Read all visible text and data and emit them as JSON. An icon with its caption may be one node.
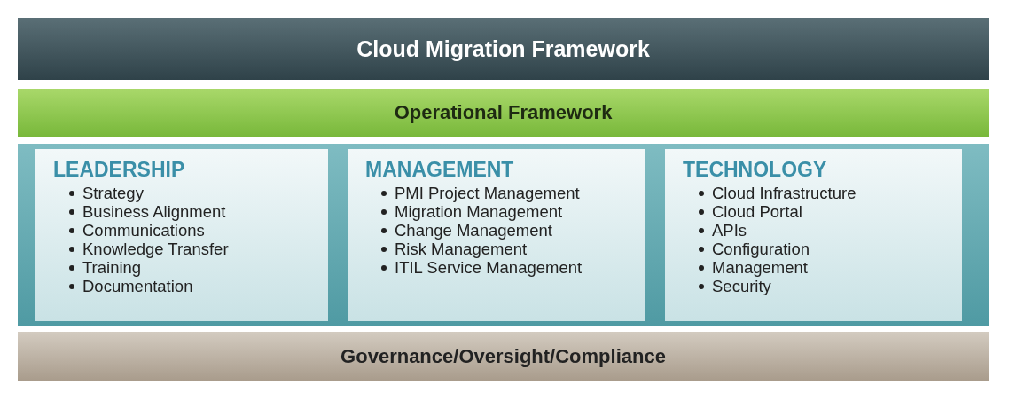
{
  "diagram": {
    "nodes": [
      {
        "text": [
          "Cloud Migration Framework"
        ]
      },
      {
        "text": [
          "Operational Framework"
        ]
      },
      {
        "text": [
          "LEADERSHIP",
          "Strategy",
          "Business Alignment",
          "Communications",
          "Knowledge Transfer",
          "Training",
          "Documentation"
        ]
      },
      {
        "text": [
          "MANAGEMENT",
          "PMI Project Management",
          "Migration Management",
          "Change Management",
          "Risk Management",
          "ITIL Service Management"
        ]
      },
      {
        "text": [
          "TECHNOLOGY",
          "Cloud Infrastructure",
          "Cloud Portal",
          "APIs",
          "Configuration",
          "Management",
          "Security"
        ]
      },
      {
        "text": [
          "Governance/Oversight/Compliance"
        ]
      }
    ],
    "edges": []
  }
}
